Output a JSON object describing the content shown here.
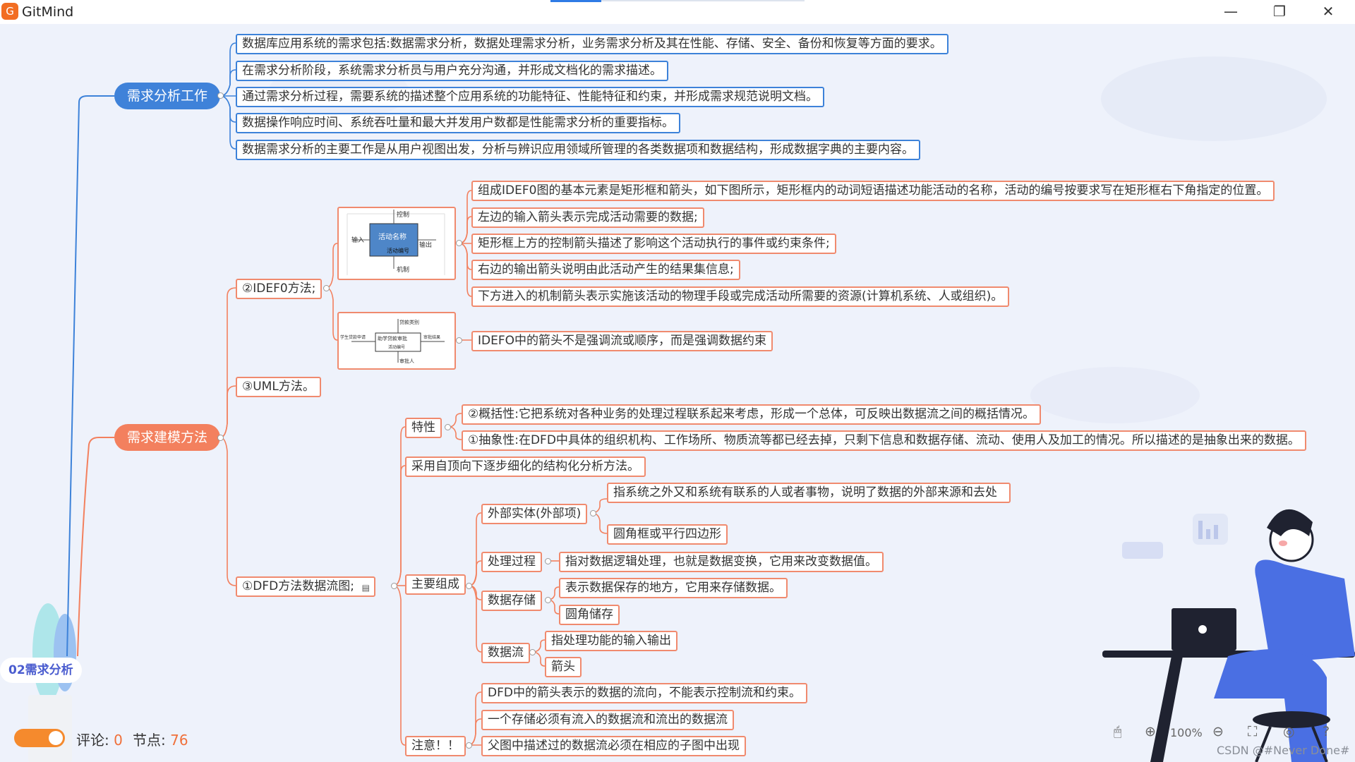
{
  "app": {
    "title": "GitMind",
    "logo_glyph": "G"
  },
  "window_controls": {
    "minimize": "—",
    "restore": "❐",
    "close": "✕"
  },
  "colors": {
    "blue": "#3f82d9",
    "orange": "#f3805e",
    "canvas": "#eef2fb",
    "accent_text": "#f0703a"
  },
  "root": {
    "label": "02需求分析"
  },
  "branch1": {
    "label": "需求分析工作",
    "items": [
      "数据库应用系统的需求包括:数据需求分析，数据处理需求分析，业务需求分析及其在性能、存储、安全、备份和恢复等方面的要求。",
      "在需求分析阶段，系统需求分析员与用户充分沟通，并形成文档化的需求描述。",
      "通过需求分析过程，需要系统的描述整个应用系统的功能特征、性能特征和约束，并形成需求规范说明文档。",
      "数据操作响应时间、系统吞吐量和最大并发用户数都是性能需求分析的重要指标。",
      "数据需求分析的主要工作是从用户视图出发，分析与辨识应用领域所管理的各类数据项和数据结构，形成数据字典的主要内容。"
    ]
  },
  "branch2": {
    "label": "需求建模方法",
    "idef0": {
      "label": "②IDEF0方法;",
      "image1": {
        "control": "控制",
        "input": "输入",
        "output": "输出",
        "mechanism": "机制",
        "box_title": "活动名称",
        "box_sub": "活动编号"
      },
      "image1_items": [
        "组成IDEF0图的基本元素是矩形框和箭头，如下图所示，矩形框内的动词短语描述功能活动的名称，活动的编号按要求写在矩形框右下角指定的位置。",
        "左边的输入箭头表示完成活动需要的数据;",
        "矩形框上方的控制箭头描述了影响这个活动执行的事件或约束条件;",
        "右边的输出箭头说明由此活动产生的结果集信息;",
        "下方进入的机制箭头表示实施该活动的物理手段或完成活动所需要的资源(计算机系统、人或组织)。"
      ],
      "image2": {
        "top": "贷款类别",
        "left": "学生贷款申请",
        "box_title": "助学贷款审批",
        "box_sub": "活动编号",
        "right": "审批结果",
        "bottom": "审批人"
      },
      "image2_items": [
        "IDEFO中的箭头不是强调流或顺序，而是强调数据约束"
      ]
    },
    "uml": {
      "label": "③UML方法。"
    },
    "dfd": {
      "label": "①DFD方法数据流图;",
      "note_icon": "note-icon",
      "feature": {
        "label": "特性",
        "items": [
          "②概括性:它把系统对各种业务的处理过程联系起来考虑，形成一个总体，可反映出数据流之间的概括情况。",
          "①抽象性:在DFD中具体的组织机构、工作场所、物质流等都已经去掉，只剩下信息和数据存储、流动、使用人及加工的情况。所以描述的是抽象出来的数据。"
        ]
      },
      "topdown": "采用自顶向下逐步细化的结构化分析方法。",
      "components": {
        "label": "主要组成",
        "external": {
          "label": "外部实体(外部项)",
          "items": [
            "指系统之外又和系统有联系的人或者事物，说明了数据的外部来源和去处",
            "圆角框或平行四边形"
          ]
        },
        "process": {
          "label": "处理过程",
          "items": [
            "指对数据逻辑处理，也就是数据变换，它用来改变数据值。"
          ]
        },
        "store": {
          "label": "数据存储",
          "items": [
            "表示数据保存的地方，它用来存储数据。",
            "圆角储存"
          ]
        },
        "flow": {
          "label": "数据流",
          "items": [
            "指处理功能的输入输出",
            "箭头"
          ]
        }
      },
      "notes": {
        "label": "注意！！",
        "items": [
          "DFD中的箭头表示的数据的流向，不能表示控制流和约束。",
          "一个存储必须有流入的数据流和流出的数据流",
          "父图中描述过的数据流必须在相应的子图中出现"
        ]
      }
    }
  },
  "status": {
    "comment_label": "评论:",
    "comment_count": "0",
    "node_label": "节点:",
    "node_count": "76"
  },
  "toolbar": {
    "zoom": "100%",
    "zoom_in_icon": "zoom-in-icon",
    "zoom_out_icon": "zoom-out-icon"
  },
  "watermark": "CSDN @#Never Done#"
}
